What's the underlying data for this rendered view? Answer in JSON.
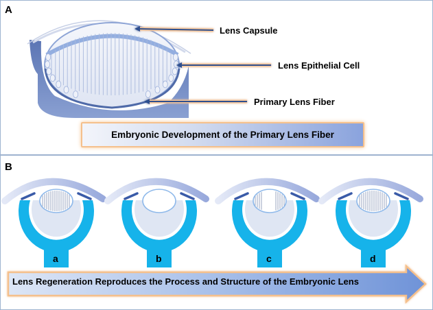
{
  "panel_a": {
    "letter": "A",
    "labels": {
      "capsule": "Lens Capsule",
      "epithelial": "Lens Epithelial Cell",
      "fiber": "Primary Lens Fiber"
    },
    "banner": "Embryonic Development of the Primary Lens Fiber"
  },
  "panel_b": {
    "letter": "B",
    "stages": [
      "a",
      "b",
      "c",
      "d"
    ],
    "banner": "Lens Regeneration Reproduces the Process and Structure of the Embryonic Lens"
  },
  "colors": {
    "eye_cyan": "#16b3ea",
    "eye_light": "#dfe6f3",
    "arc": "#aab8e0",
    "arrow": "#2f4f8f",
    "banner_border": "#f5c08c"
  }
}
